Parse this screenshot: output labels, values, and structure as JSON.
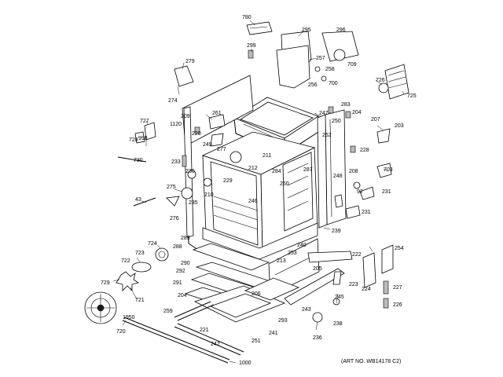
{
  "diagram": {
    "art_number": "(ART NO. WB14178 C2)",
    "labels": [
      "780",
      "299",
      "295",
      "296",
      "257",
      "258",
      "256",
      "709",
      "700",
      "279",
      "274",
      "726",
      "725",
      "283",
      "204",
      "207",
      "203",
      "209",
      "1120",
      "261",
      "247",
      "250",
      "262",
      "727",
      "728",
      "998",
      "220",
      "249",
      "277",
      "211",
      "284",
      "212",
      "228",
      "730",
      "233",
      "230",
      "229",
      "260",
      "287",
      "208",
      "703",
      "92",
      "231",
      "275",
      "210",
      "246",
      "248",
      "43",
      "235",
      "276",
      "239",
      "231",
      "289",
      "288",
      "724",
      "240",
      "253",
      "254",
      "723",
      "290",
      "213",
      "222",
      "722",
      "292",
      "205",
      "223",
      "224",
      "291",
      "227",
      "729",
      "721",
      "206",
      "204",
      "245",
      "259",
      "243",
      "226",
      "293",
      "1950",
      "238",
      "221",
      "241",
      "236",
      "720",
      "242",
      "251",
      "1000"
    ]
  }
}
